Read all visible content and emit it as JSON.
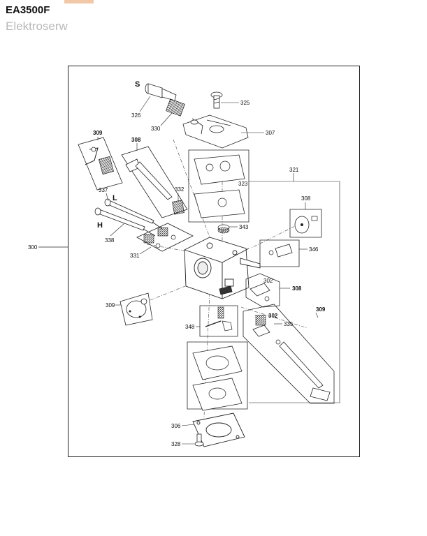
{
  "header": {
    "model": "EA3500F",
    "brand": "Elektroserw"
  },
  "accent_color": "#e07a3a",
  "diagram": {
    "part_labels": {
      "p300": "300",
      "p306": "306",
      "p307": "307",
      "p308_top": "308",
      "p308_right_top": "308",
      "p308_right_mid": "308",
      "p309_top": "309",
      "p309_left": "309",
      "p309_right": "309",
      "p302_a": "302",
      "p302_b": "302",
      "p321": "321",
      "p323": "323",
      "p325": "325",
      "p326": "326",
      "p328": "328",
      "p330": "330",
      "p331": "331",
      "p332": "332",
      "p335": "335",
      "p337": "337",
      "p338": "338",
      "p343": "343",
      "p346": "346",
      "p348": "348"
    },
    "screw_letters": {
      "s": "S",
      "l": "L",
      "h": "H"
    }
  }
}
